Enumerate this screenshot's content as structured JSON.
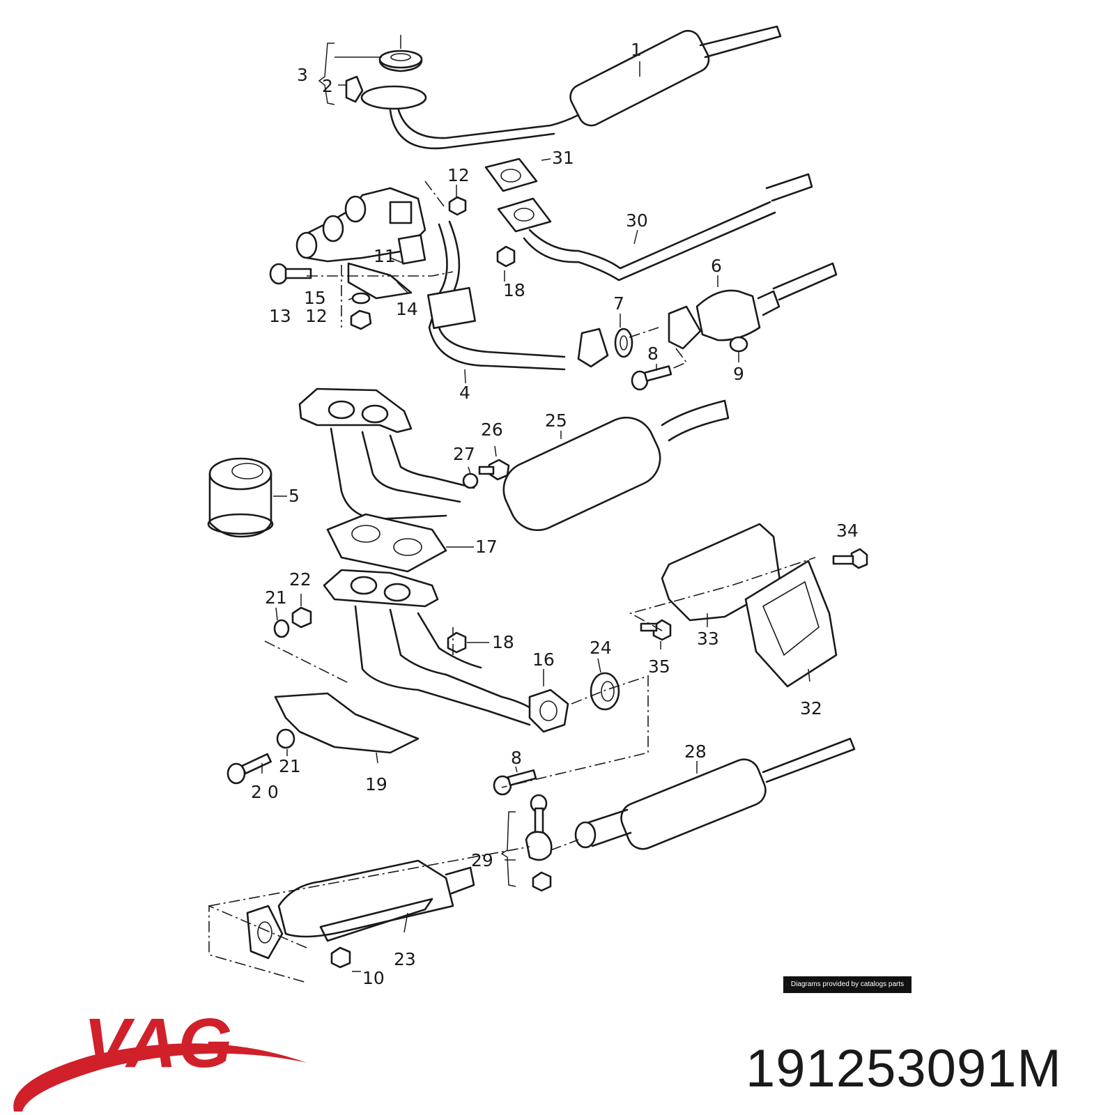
{
  "brand": {
    "name": "VAG",
    "color": "#d0202a"
  },
  "part_number": "191253091M",
  "credit": "Diagrams provided by catalogs parts",
  "callouts": [
    "1",
    "2",
    "3",
    "4",
    "5",
    "6",
    "7",
    "8",
    "9",
    "10",
    "11",
    "12",
    "13",
    "14",
    "15",
    "16",
    "17",
    "18",
    "19",
    "20",
    "21",
    "22",
    "23",
    "24",
    "25",
    "26",
    "27",
    "28",
    "29",
    "30",
    "31",
    "32",
    "33",
    "34",
    "35"
  ],
  "labels": {
    "l1": "1",
    "l2": "2",
    "l3": "3",
    "l31": "31",
    "l12a": "12",
    "l30": "30",
    "l11": "11",
    "l6": "6",
    "l18a": "18",
    "l13": "13",
    "l15": "15",
    "l14": "14",
    "l12b": "12",
    "l7": "7",
    "l8a": "8",
    "l9": "9",
    "l4": "4",
    "l26": "26",
    "l25": "25",
    "l27": "27",
    "l5": "5",
    "l17": "17",
    "l34": "34",
    "l22": "22",
    "l21a": "21",
    "l18b": "18",
    "l33": "33",
    "l16": "16",
    "l24": "24",
    "l35": "35",
    "l32": "32",
    "l21b": "21",
    "l19": "19",
    "l20": "2 0",
    "l8b": "8",
    "l28": "28",
    "l29": "29",
    "l23": "23",
    "l10": "10"
  }
}
